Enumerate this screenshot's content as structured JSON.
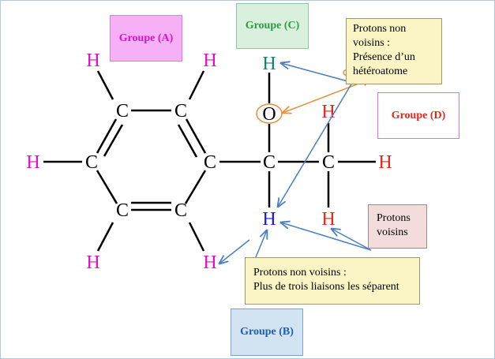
{
  "groups": {
    "a": {
      "label": "Groupe (A)",
      "color": "#e010c8"
    },
    "b": {
      "label": "Groupe (B)",
      "color": "#1d5fae"
    },
    "c": {
      "label": "Groupe (C)",
      "color": "#2f9a44"
    },
    "d": {
      "label": "Groupe (D)",
      "color": "#e4261e"
    }
  },
  "notes": {
    "hetero": {
      "line1": "Protons non",
      "line2": "voisins :",
      "line3": "Présence d’un",
      "line4": "hétéroatome"
    },
    "trois": {
      "line1": "Protons non voisins :",
      "line2": "Plus de trois liaisons les séparent"
    },
    "voisins": {
      "line1": "Protons",
      "line2": "voisins"
    }
  },
  "atoms": {
    "ring_top_left": "C",
    "ring_top_right": "C",
    "ring_left": "C",
    "ring_right": "C",
    "ring_bottom_left": "C",
    "ring_bottom_right": "C",
    "center_c": "C",
    "methyl_c": "C",
    "oxygen": "O",
    "h_ring_top_left": "H",
    "h_ring_top_right": "H",
    "h_ring_left": "H",
    "h_ring_bottom_left": "H",
    "h_ring_bottom_right": "H",
    "h_hydroxyl": "H",
    "h_center": "H",
    "h_methyl_top": "H",
    "h_methyl_right": "H",
    "h_methyl_bottom": "H"
  },
  "colors": {
    "aromatic_h": "#e010c8",
    "hydroxyl_h": "#0f7f7f",
    "center_h": "#1a1ae6",
    "methyl_h": "#e4261e",
    "carbon": "#000000",
    "arrow_blue": "#4a7fc0",
    "arrow_orange": "#e8903c"
  }
}
